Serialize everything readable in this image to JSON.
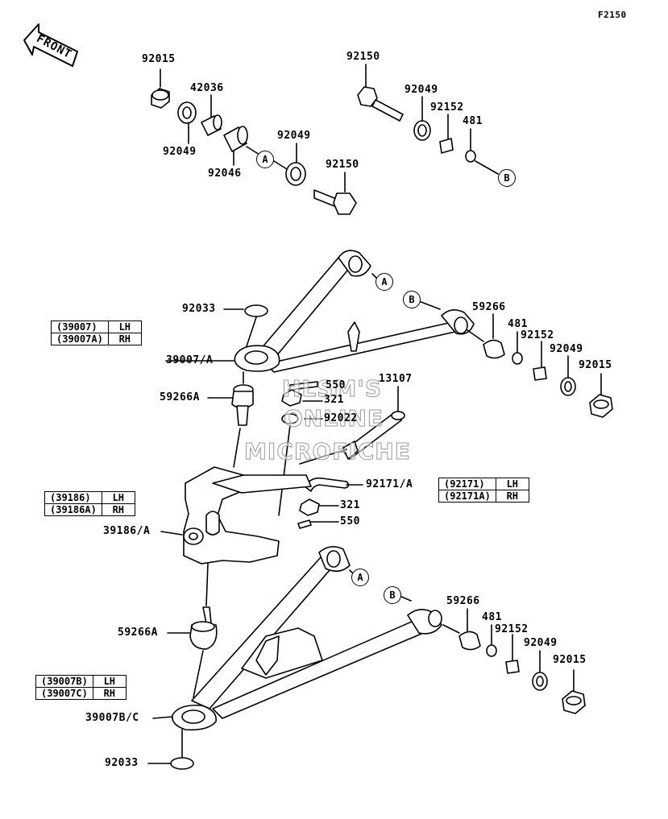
{
  "diagram_code": "F2150",
  "front_label": "FRONT",
  "watermark": [
    "HLSM'S",
    "ONLINE",
    "MICROFICHE"
  ],
  "callouts": {
    "a1": "A",
    "b1": "B",
    "a2": "A",
    "b2": "B",
    "a3": "A",
    "b3": "B"
  },
  "labels": {
    "l92015_top": "92015",
    "l42036": "42036",
    "l92049_left": "92049",
    "l92046": "92046",
    "l92049_mid": "92049",
    "l92150_lower": "92150",
    "l92150_top": "92150",
    "l92049_right": "92049",
    "l92152_top": "92152",
    "l481_top": "481",
    "l92033_top": "92033",
    "l39007A": "39007/A",
    "l59266_upper": "59266",
    "l481_upper": "481",
    "l92152_upper": "92152",
    "l92049_upper": "92049",
    "l92015_upper": "92015",
    "l59266A_upper": "59266A",
    "l550_top": "550",
    "l321_top": "321",
    "l92022": "92022",
    "l13107": "13107",
    "l92171A": "92171/A",
    "l321_low": "321",
    "l550_low": "550",
    "l39186A": "39186/A",
    "l59266_lower": "59266",
    "l481_lower": "481",
    "l92152_lower": "92152",
    "l92049_lower": "92049",
    "l92015_lower": "92015",
    "l59266A_lower": "59266A",
    "l39007BC": "39007B/C",
    "l92033_bottom": "92033"
  },
  "tables": {
    "t39007": [
      [
        "(39007)",
        "LH"
      ],
      [
        "(39007A)",
        "RH"
      ]
    ],
    "t39186": [
      [
        "(39186)",
        "LH"
      ],
      [
        "(39186A)",
        "RH"
      ]
    ],
    "t92171": [
      [
        "(92171)",
        "LH"
      ],
      [
        "(92171A)",
        "RH"
      ]
    ],
    "t39007b": [
      [
        "(39007B)",
        "LH"
      ],
      [
        "(39007C)",
        "RH"
      ]
    ]
  }
}
